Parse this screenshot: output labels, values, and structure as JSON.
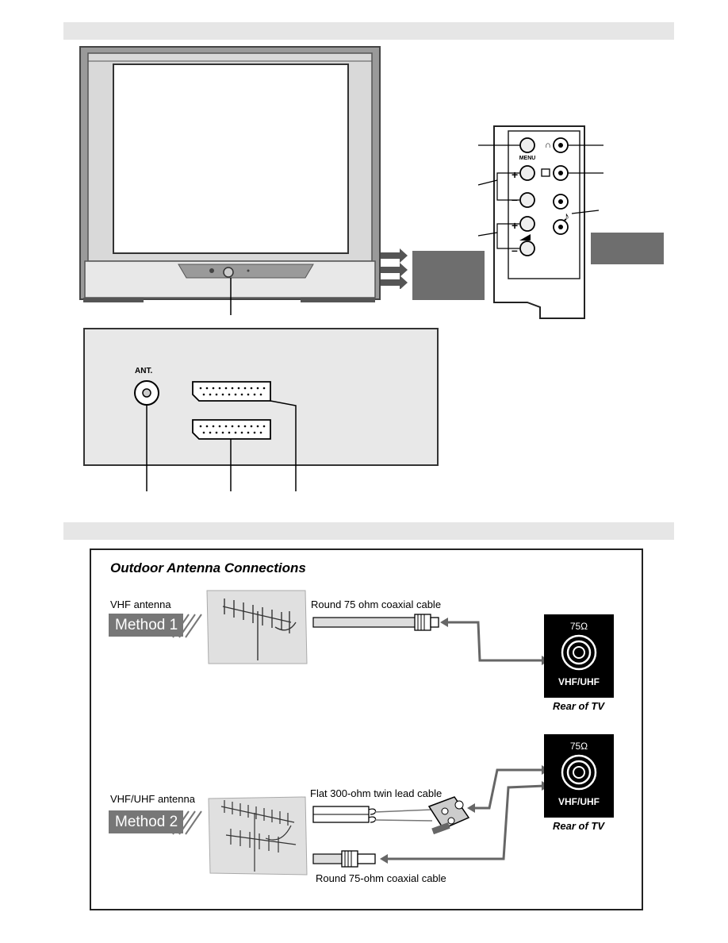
{
  "rear_panel": {
    "ant_label": "ANT."
  },
  "antenna_section": {
    "title": "Outdoor Antenna Connections",
    "method1": {
      "antenna_label": "VHF antenna",
      "badge": "Method 1",
      "cable_label": "Round 75 ohm coaxial cable"
    },
    "method2": {
      "antenna_label": "VHF/UHF antenna",
      "badge": "Method 2",
      "flat_cable_label": "Flat 300-ohm twin lead cable",
      "coax_cable_label": "Round 75-ohm coaxial cable"
    },
    "tv_socket": {
      "impedance": "75Ω",
      "band": "VHF/UHF",
      "rear_caption": "Rear of TV"
    }
  },
  "side_panel": {
    "menu_label": "MENU"
  },
  "colors": {
    "band": "#e6e6e6",
    "grey_box": "#6e6e6e",
    "tv_frame": "#9a9a9a",
    "badge": "#777777"
  }
}
